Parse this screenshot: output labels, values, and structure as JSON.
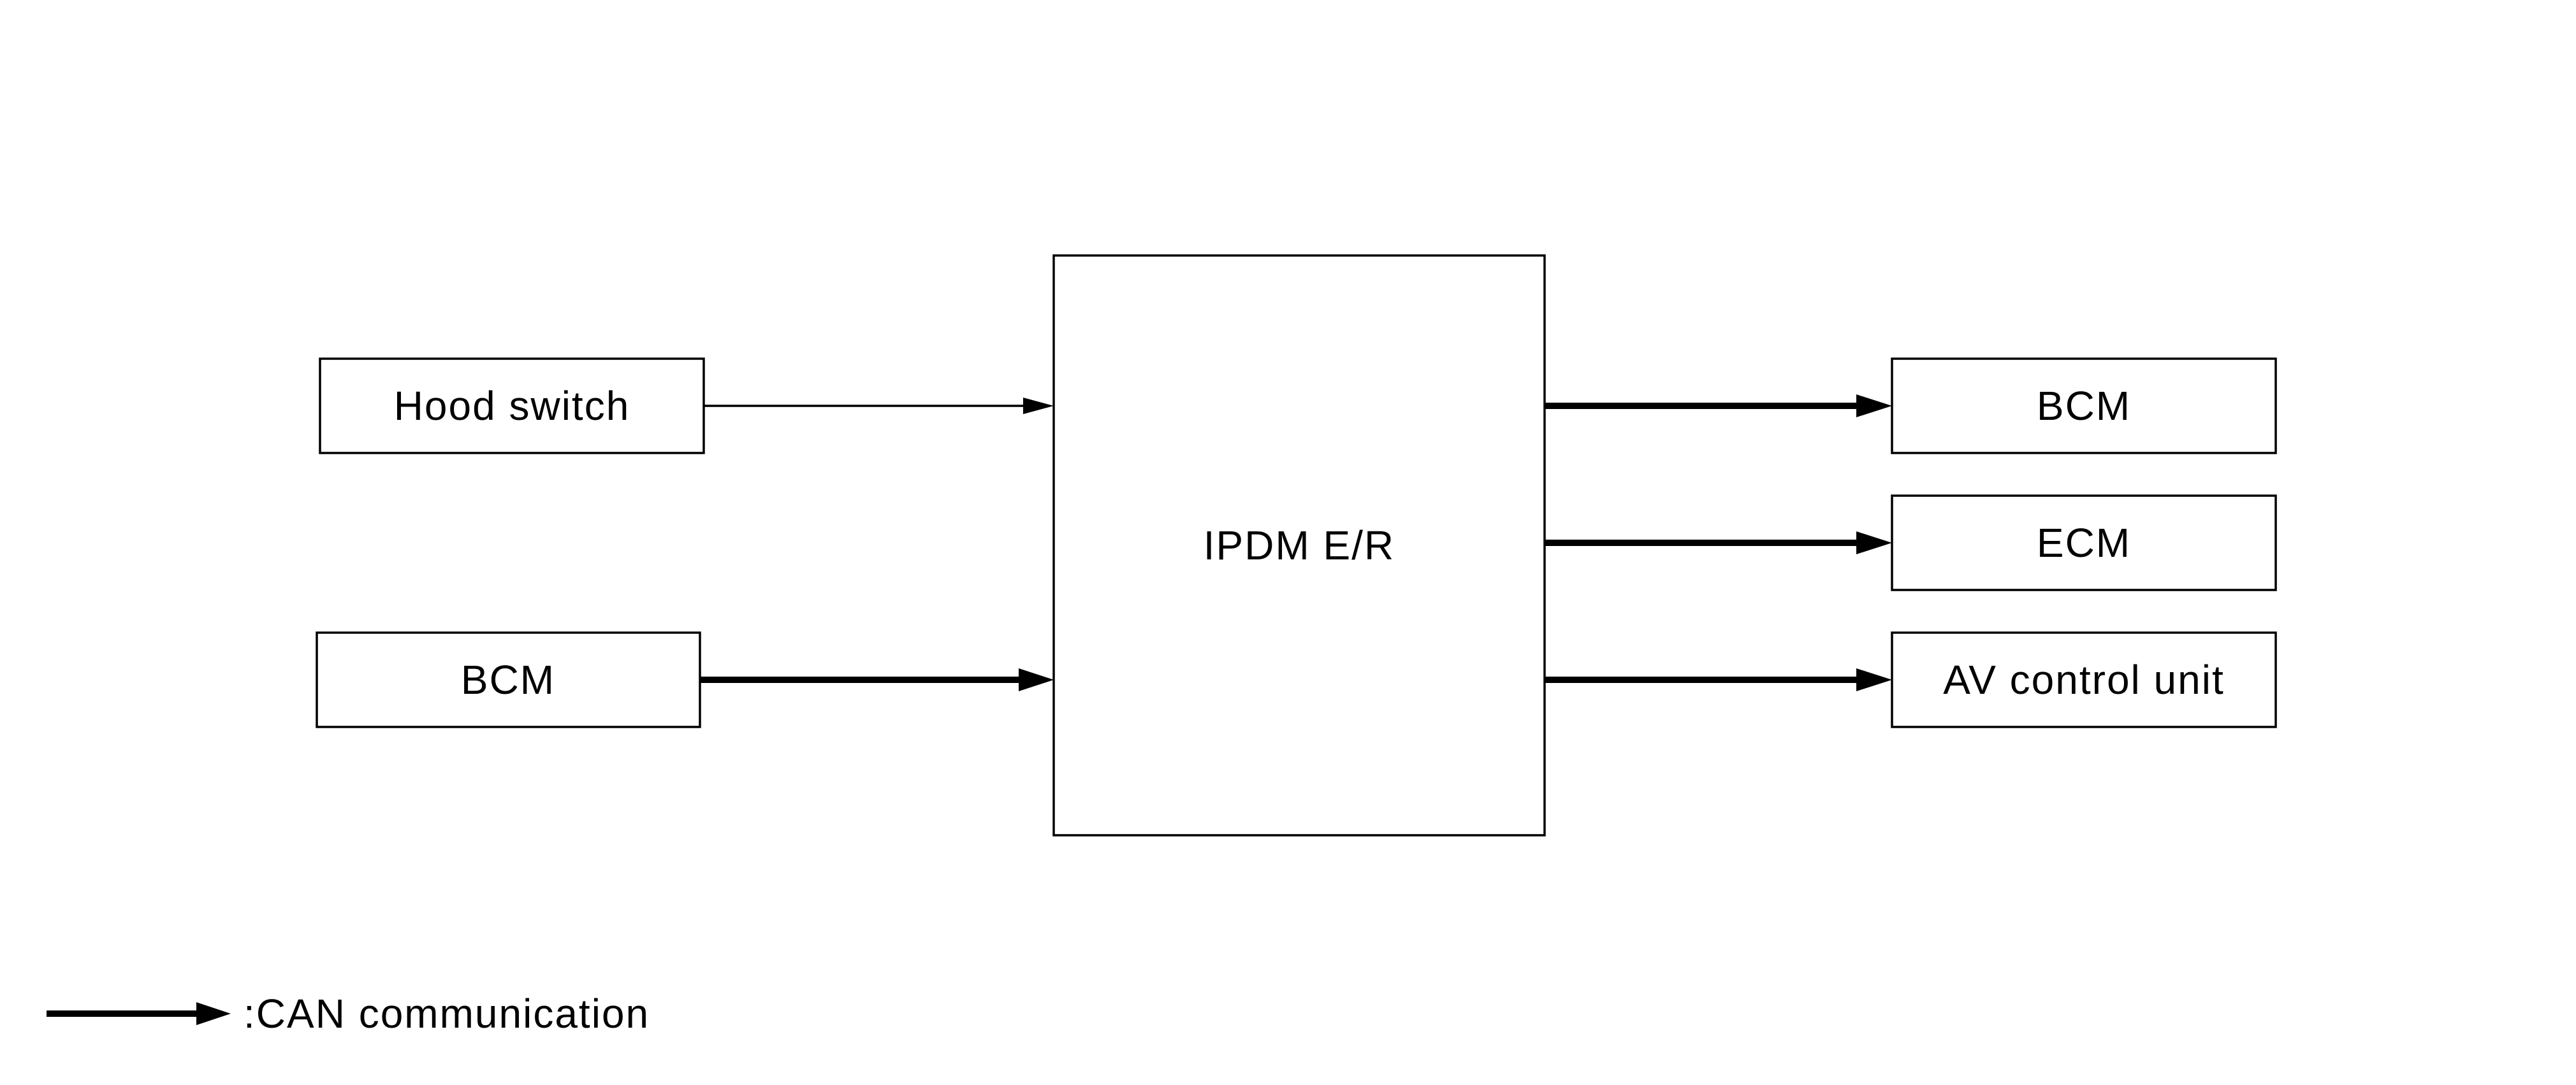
{
  "diagram": {
    "nodes": {
      "hood_switch": "Hood switch",
      "bcm_input": "BCM",
      "ipdm": "IPDM E/R",
      "bcm_output": "BCM",
      "ecm": "ECM",
      "av_control_unit": "AV control unit"
    },
    "legend": {
      "can_label": ":CAN communication"
    },
    "connections": [
      {
        "from": "Hood switch",
        "to": "IPDM E/R",
        "kind": "signal"
      },
      {
        "from": "BCM",
        "to": "IPDM E/R",
        "kind": "CAN"
      },
      {
        "from": "IPDM E/R",
        "to": "BCM",
        "kind": "CAN"
      },
      {
        "from": "IPDM E/R",
        "to": "ECM",
        "kind": "CAN"
      },
      {
        "from": "IPDM E/R",
        "to": "AV control unit",
        "kind": "CAN"
      }
    ]
  }
}
